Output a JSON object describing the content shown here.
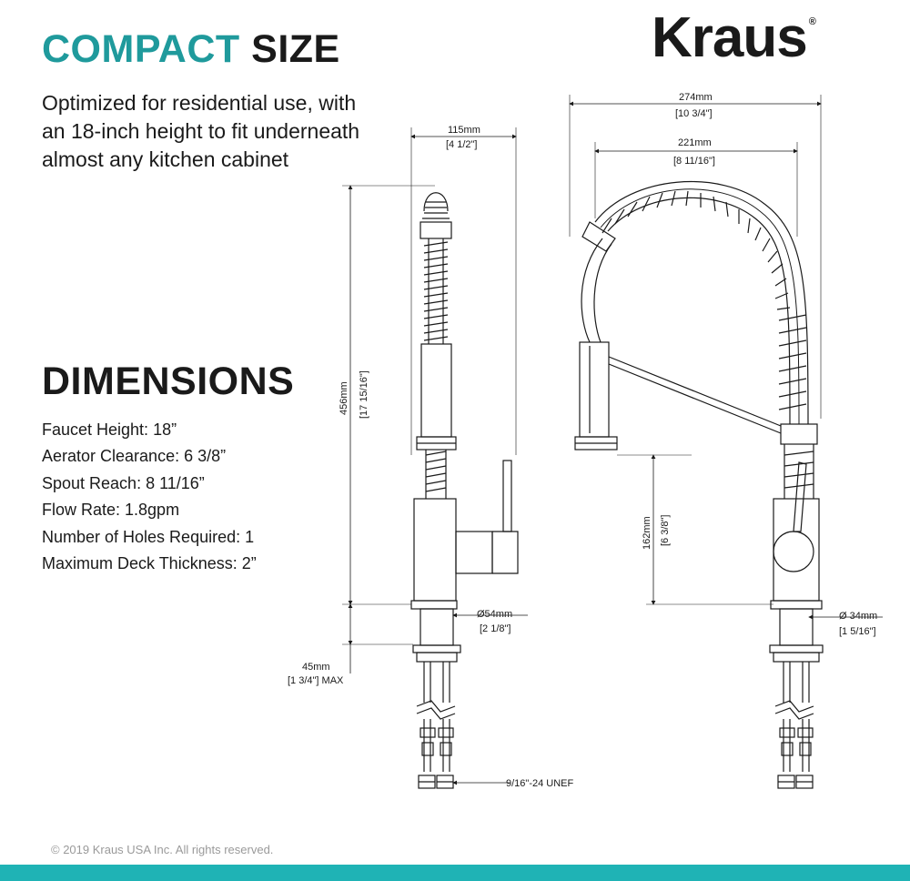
{
  "header": {
    "title_accent": "COMPACT",
    "title_rest": "SIZE",
    "subtitle": "Optimized for residential use, with an 18-inch height to fit underneath almost any kitchen cabinet"
  },
  "brand": {
    "name": "Kraus",
    "mark": "®"
  },
  "dimensions": {
    "heading": "DIMENSIONS",
    "specs": [
      "Faucet Height: 18”",
      "Aerator Clearance: 6 3/8”",
      "Spout Reach: 8 11/16”",
      "Flow Rate: 1.8gpm",
      "Number of Holes Required: 1",
      "Maximum Deck Thickness: 2”"
    ]
  },
  "drawing": {
    "labels": {
      "width_115_mm": "115mm",
      "width_115_in": "[4 1/2\"]",
      "height_456_mm": "456mm",
      "height_456_in": "[17 15/16\"]",
      "base_54_mm": "Ø54mm",
      "base_54_in": "[2 1/8\"]",
      "deck_45_mm": "45mm",
      "deck_45_in": "[1 3/4\"] MAX",
      "thread": "9/16\"-24 UNEF",
      "width_274_mm": "274mm",
      "width_274_in": "[10 3/4\"]",
      "reach_221_mm": "221mm",
      "reach_221_in": "[8 11/16\"]",
      "clear_162_mm": "162mm",
      "clear_162_in": "[6 3/8\"]",
      "hole_34_mm": "Ø 34mm",
      "hole_34_in": "[1 5/16\"]"
    }
  },
  "footer": {
    "copyright": "© 2019 Kraus USA Inc. All rights reserved.",
    "accent_color": "#1fb3b5"
  },
  "colors": {
    "accent": "#1f9a9c",
    "text": "#1a1a1a"
  }
}
